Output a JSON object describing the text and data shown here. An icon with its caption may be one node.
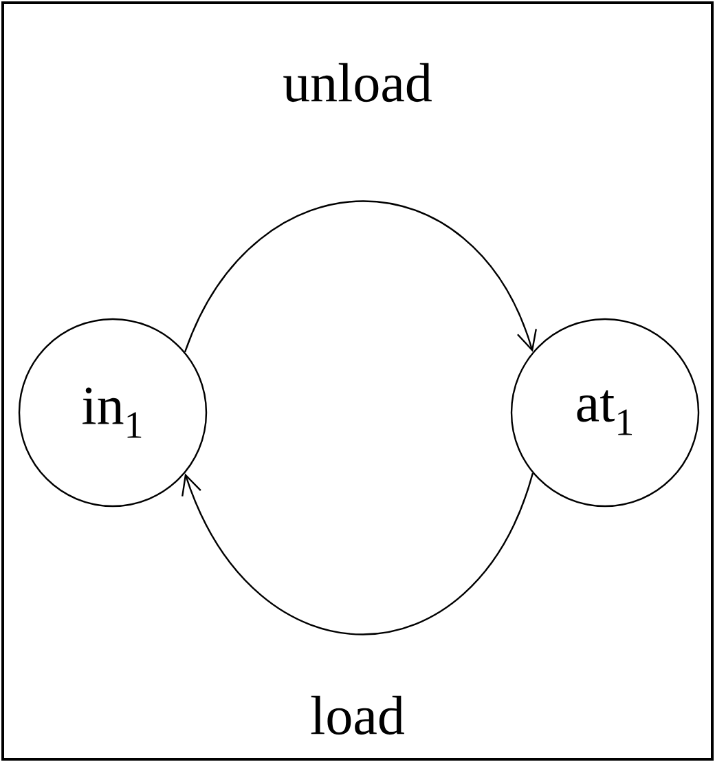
{
  "diagram": {
    "nodes": [
      {
        "text": [
          "in$_{1}$"
        ]
      },
      {
        "text": [
          "at$_{1}$"
        ]
      }
    ],
    "edges": [
      {
        "from": 0,
        "to": 1,
        "arrow": "to",
        "label": "unload"
      },
      {
        "from": 1,
        "to": 0,
        "arrow": "to",
        "label": "load"
      }
    ]
  }
}
